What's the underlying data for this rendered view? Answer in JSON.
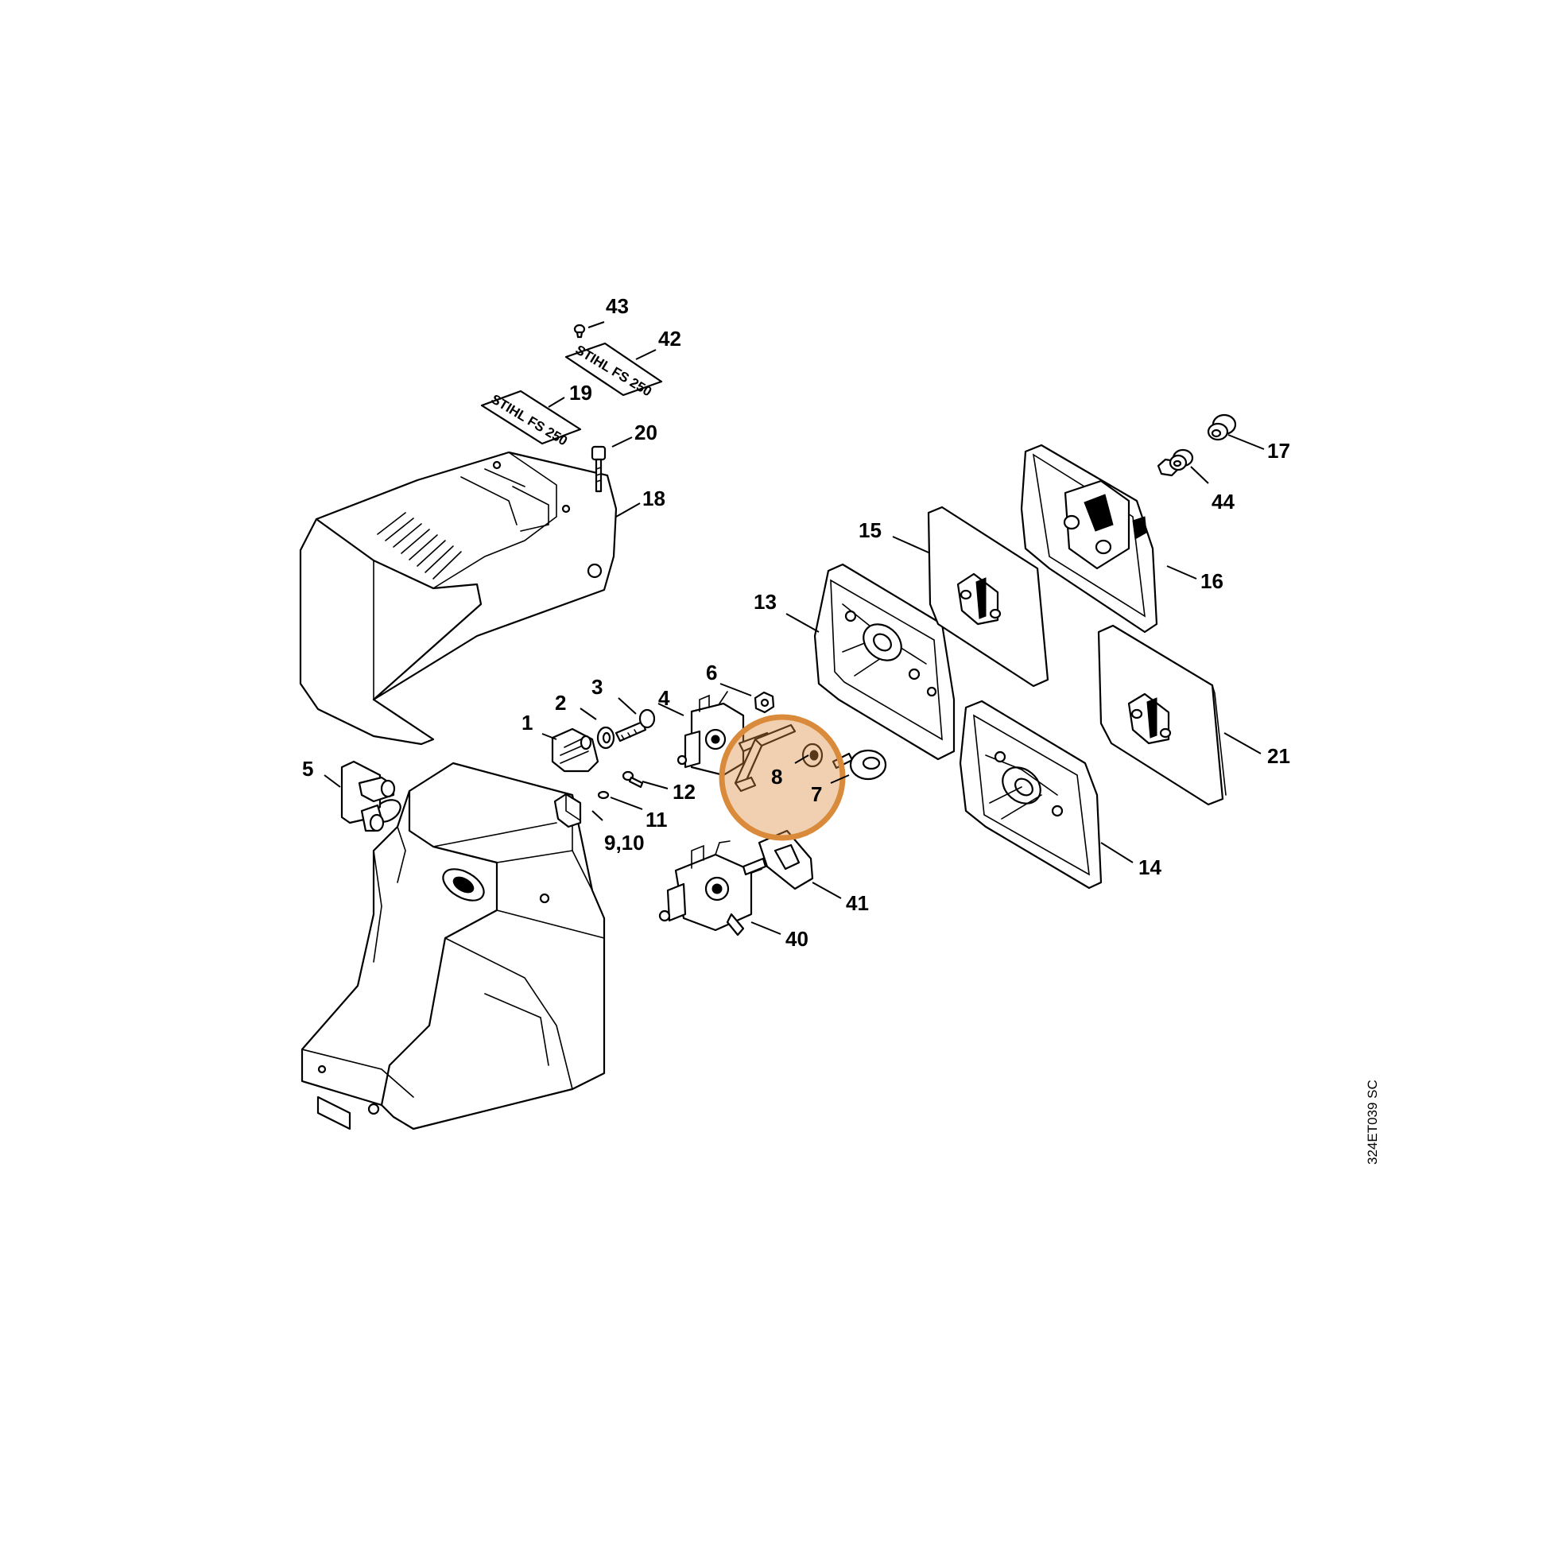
{
  "labels": {
    "l1": "1",
    "l2": "2",
    "l3": "3",
    "l4": "4",
    "l5": "5",
    "l6": "6",
    "l7": "7",
    "l8": "8",
    "l9_10": "9,10",
    "l11": "11",
    "l12": "12",
    "l13": "13",
    "l14": "14",
    "l15": "15",
    "l16": "16",
    "l17": "17",
    "l18": "18",
    "l19": "19",
    "l20": "20",
    "l21": "21",
    "l40": "40",
    "l41": "41",
    "l42": "42",
    "l43": "43",
    "l44": "44"
  },
  "plate_text": "STIHL FS 250",
  "drawing_code": "324ET039 SC",
  "highlight": {
    "color": "#d98a3a",
    "part": "8"
  }
}
